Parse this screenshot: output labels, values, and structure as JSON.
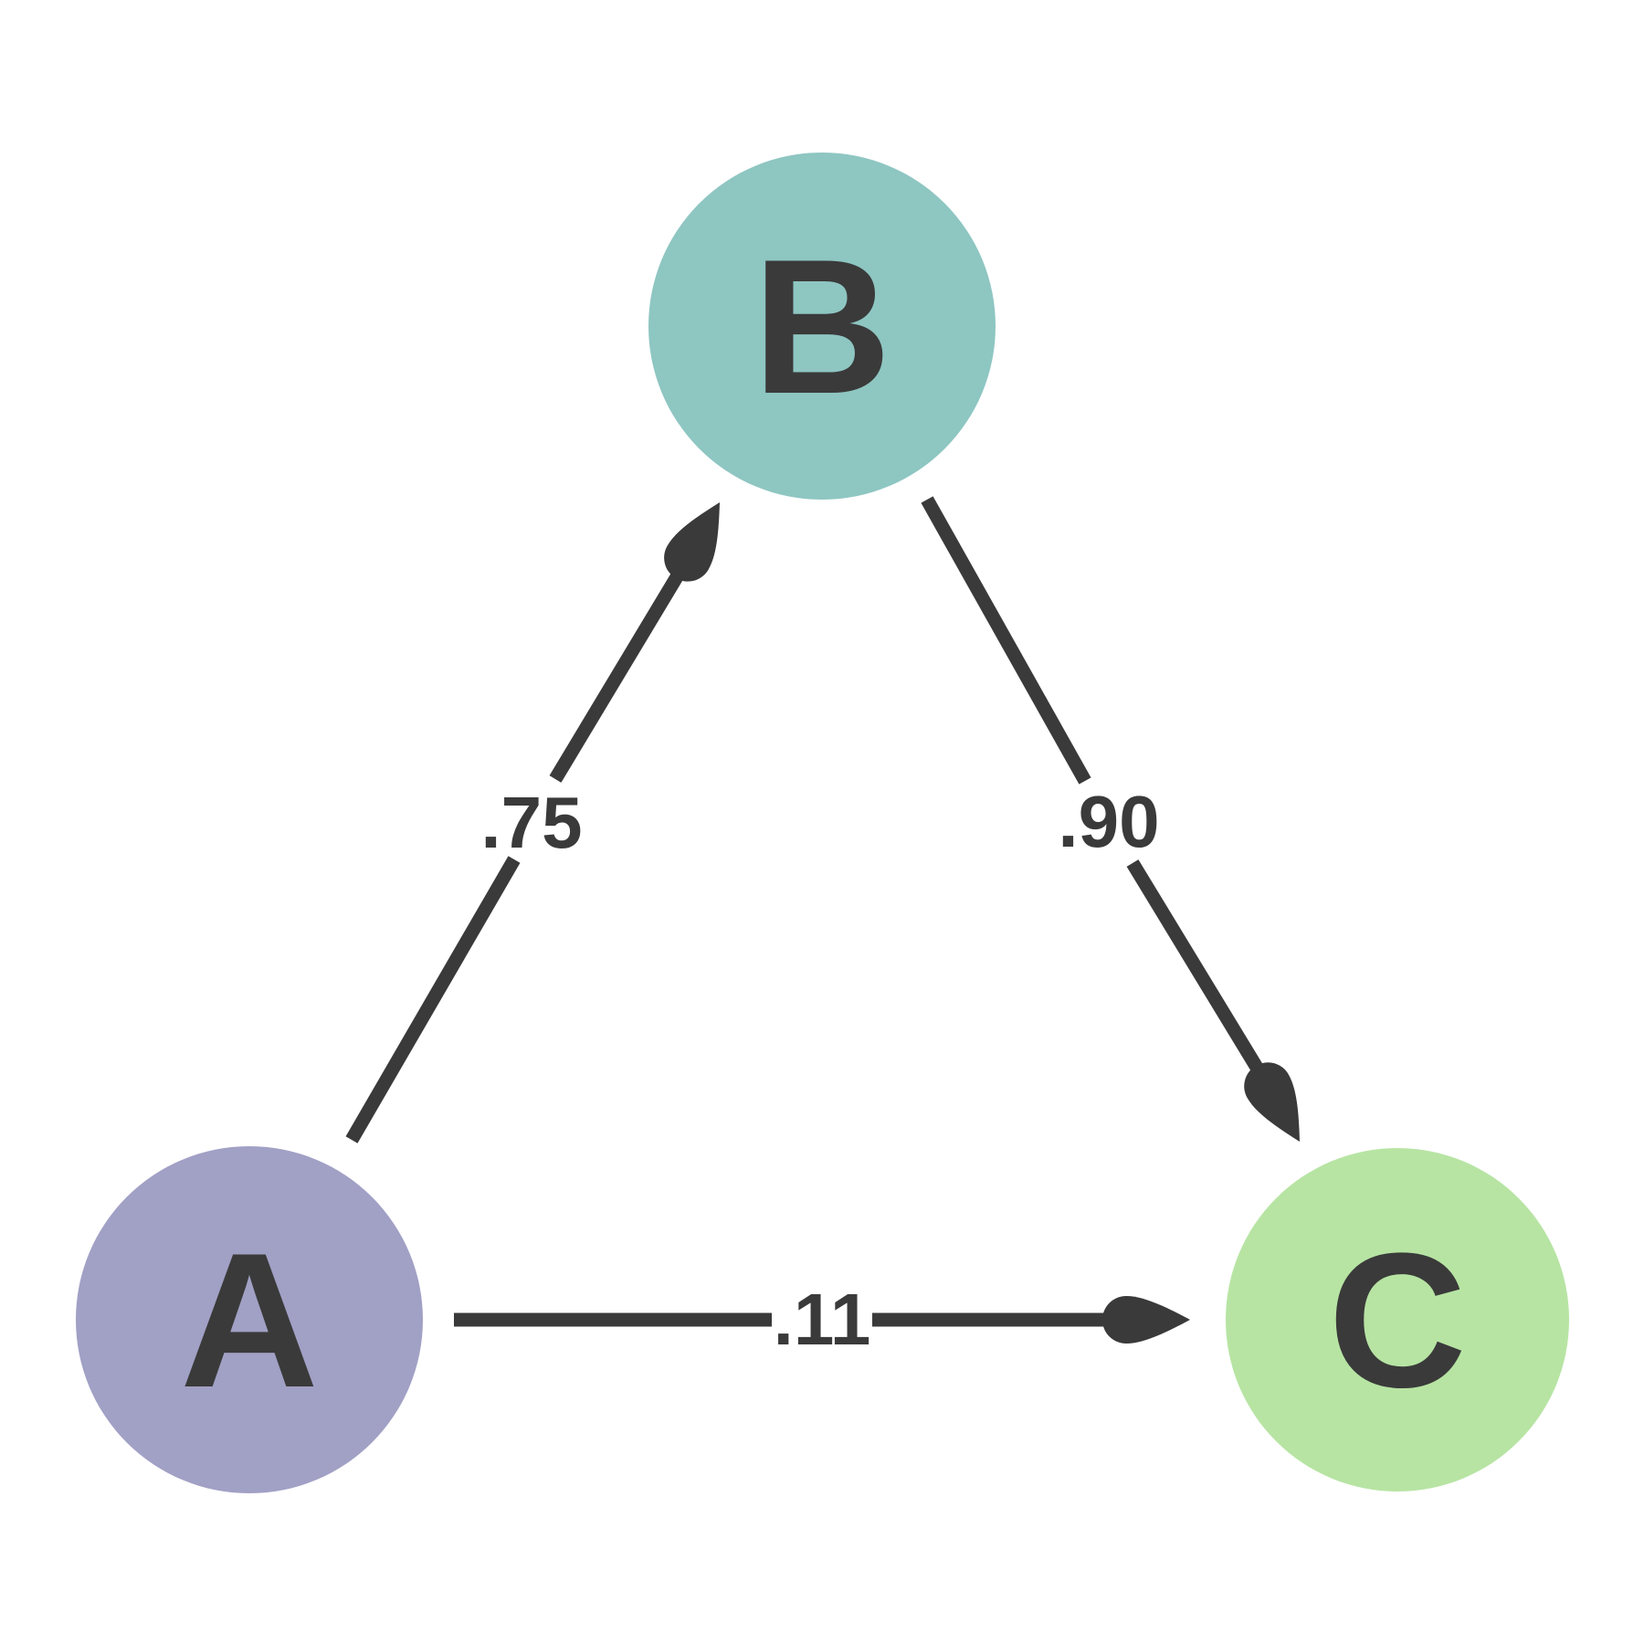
{
  "diagram": {
    "background_color": "#ffffff",
    "line_color": "#3a3a3a",
    "label_color": "#3a3a3a",
    "nodes": {
      "A": {
        "label": "A",
        "fill": "#a1a0c5"
      },
      "B": {
        "label": "B",
        "fill": "#8ec6c2"
      },
      "C": {
        "label": "C",
        "fill": "#b7e4a3"
      }
    },
    "edges": [
      {
        "from": "A",
        "to": "B",
        "weight_label": ".75"
      },
      {
        "from": "B",
        "to": "C",
        "weight_label": ".90"
      },
      {
        "from": "A",
        "to": "C",
        "weight_label": ".11"
      }
    ]
  }
}
